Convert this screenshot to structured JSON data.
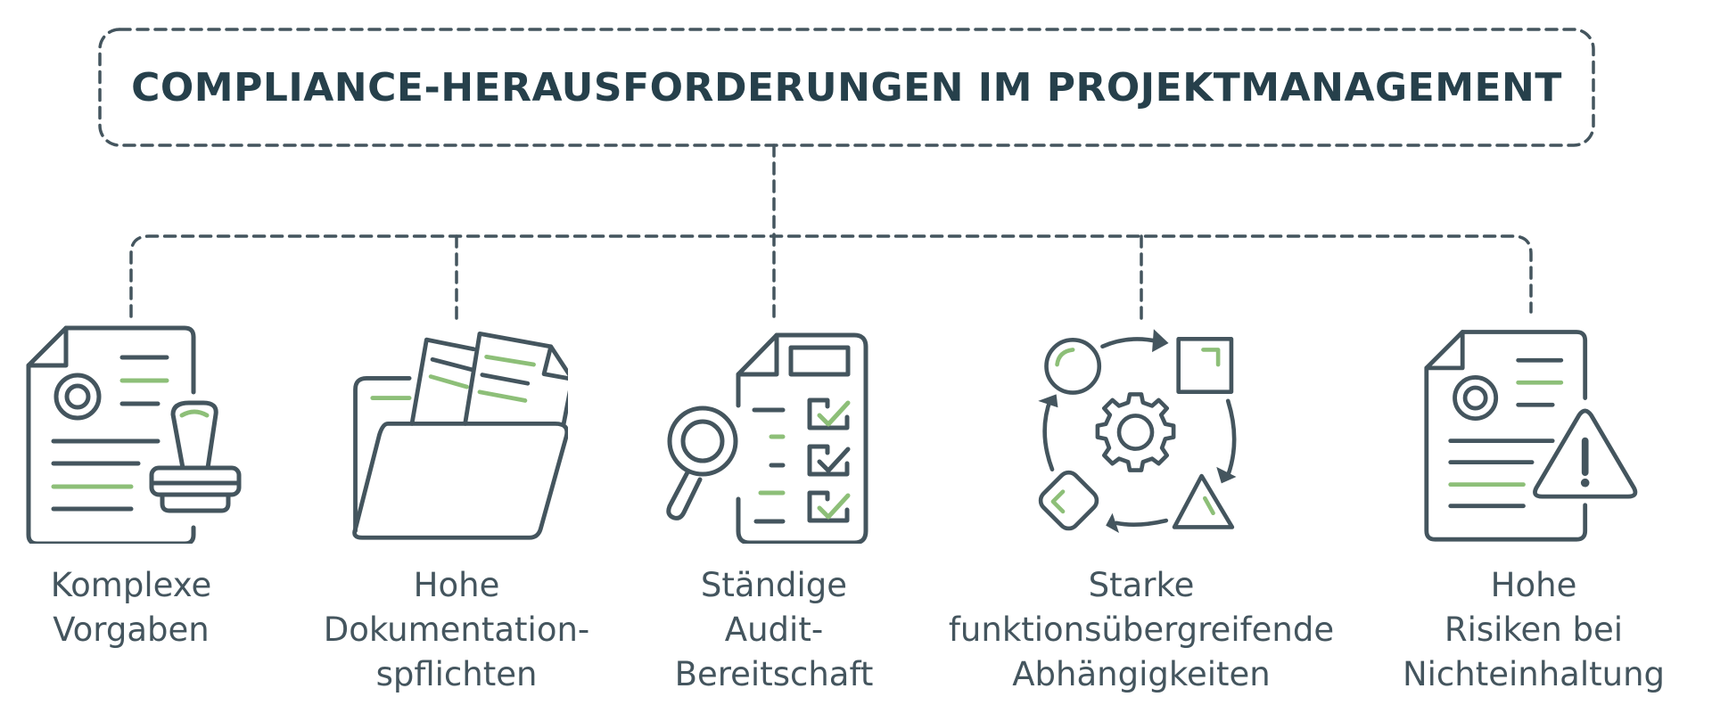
{
  "title": "COMPLIANCE-HERAUSFORDERUNGEN IM PROJEKTMANAGEMENT",
  "colors": {
    "primary_stroke": "#44555e",
    "title_text": "#26404b",
    "accent_green": "#8dbf78",
    "background": "#ffffff"
  },
  "items": [
    {
      "icon": "document-stamp-icon",
      "lines": [
        "Komplexe",
        "Vorgaben"
      ]
    },
    {
      "icon": "folder-documents-icon",
      "lines": [
        "Hohe",
        "Dokumentation-",
        "spflichten"
      ]
    },
    {
      "icon": "checklist-magnifier-icon",
      "lines": [
        "Ständige",
        "Audit-",
        "Bereitschaft"
      ]
    },
    {
      "icon": "cycle-gear-shapes-icon",
      "lines": [
        "Starke",
        "funktionsübergreifende",
        "Abhängigkeiten"
      ]
    },
    {
      "icon": "document-warning-icon",
      "lines": [
        "Hohe",
        "Risiken bei",
        "Nichteinhaltung"
      ]
    }
  ]
}
